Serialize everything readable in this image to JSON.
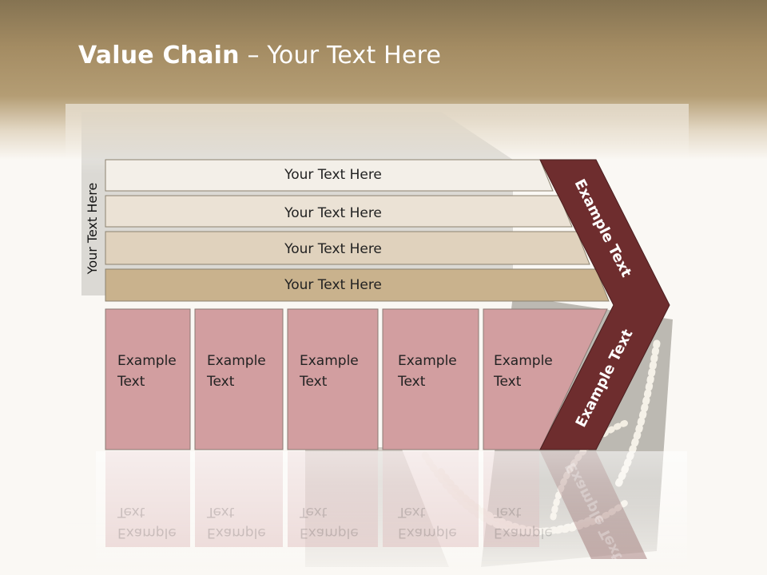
{
  "slide": {
    "title_bold": "Value Chain",
    "title_rest": " – Your Text Here",
    "side_label": "Your Text Here"
  },
  "rows": [
    {
      "label": "Your Text Here"
    },
    {
      "label": "Your Text Here"
    },
    {
      "label": "Your Text Here"
    },
    {
      "label": "Your Text Here"
    }
  ],
  "columns": [
    {
      "line1": "Example",
      "line2": "Text"
    },
    {
      "line1": "Example",
      "line2": "Text"
    },
    {
      "line1": "Example",
      "line2": "Text"
    },
    {
      "line1": "Example",
      "line2": "Text"
    },
    {
      "line1": "Example",
      "line2": "Text"
    }
  ],
  "chevron": {
    "upper_label": "Example Text",
    "lower_label": "Example Text"
  },
  "colors": {
    "row_fills": [
      "#f3efe8",
      "#ebe2d5",
      "#e0d2bd",
      "#c9b28d"
    ],
    "column_fill": "#d29ea0",
    "chevron_fill": "#6e2d2e",
    "header_band": "#a48c63"
  }
}
